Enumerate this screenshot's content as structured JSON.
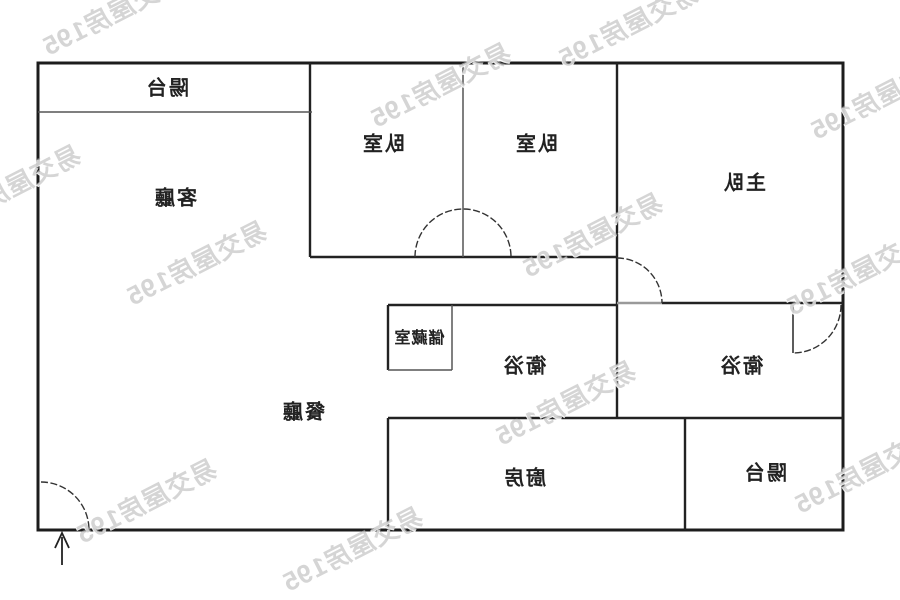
{
  "floorplan": {
    "rooms": {
      "balcony_top": "陽台",
      "bedroom_left": "臥室",
      "bedroom_right": "臥室",
      "master_bedroom": "主臥",
      "living_room": "客廳",
      "storage_room": "儲藏室",
      "bathroom_left": "衛浴",
      "bathroom_right": "衛浴",
      "dining_room": "餐廳",
      "kitchen": "廚房",
      "balcony_bottom": "陽台"
    },
    "colors": {
      "wall": "#222222",
      "thin_line": "#555555",
      "threshold": "#9a9a9a",
      "background": "#ffffff",
      "label_text": "#222222",
      "watermark": "#b2b2b2"
    }
  },
  "watermark": {
    "text": "591房屋交易"
  }
}
